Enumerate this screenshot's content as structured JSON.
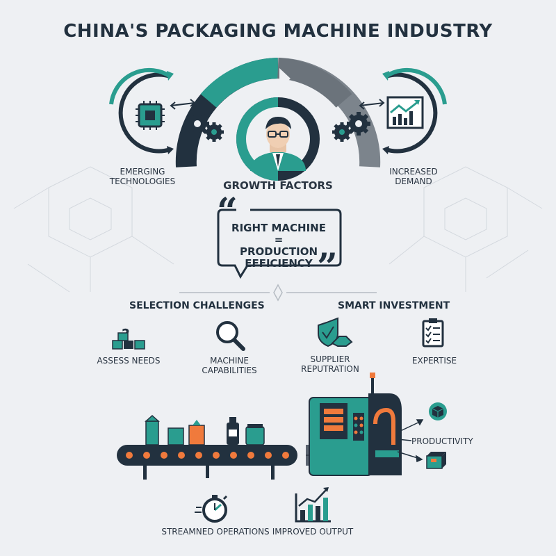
{
  "title": "CHINA'S PACKAGING MACHINE INDUSTRY",
  "top": {
    "left_label": [
      "EMERGING",
      "TECHNOLOGIES"
    ],
    "center_label": "GROWTH FACTORS",
    "right_label": [
      "INCREASED",
      "DEMAND"
    ]
  },
  "quote": [
    "RIGHT MACHINE =",
    "PRODUCTION",
    "EFFICIENCY"
  ],
  "sections": {
    "selection_heading": "SELECTION CHALLENGES",
    "investment_heading": "SMART INVESTMENT"
  },
  "items": {
    "assess_needs": "ASSESS NEEDS",
    "machine_capabilities": [
      "MACHINE",
      "CAPABILITIES"
    ],
    "supplier_reputation": [
      "SUPPLIER",
      "REPUTRATION"
    ],
    "expertise": "EXPERTISE"
  },
  "production": {
    "productivity": "PRODUCTIVITY"
  },
  "bottom": {
    "streamlined": "STREAMNED OPERATIONS",
    "improved_output": "IMPROVED OUTPUT"
  },
  "colors": {
    "teal": "#2a9d8f",
    "navy": "#22313f",
    "gray": "#7c848c",
    "orange": "#f07a3c",
    "background": "#eef0f3"
  },
  "icons": [
    "chip-icon",
    "gear-icon",
    "engineer-icon",
    "chart-icon",
    "question-icon",
    "magnifier-icon",
    "handshake-shield-icon",
    "checklist-icon",
    "stopwatch-icon",
    "growth-chart-icon",
    "box-icon"
  ]
}
